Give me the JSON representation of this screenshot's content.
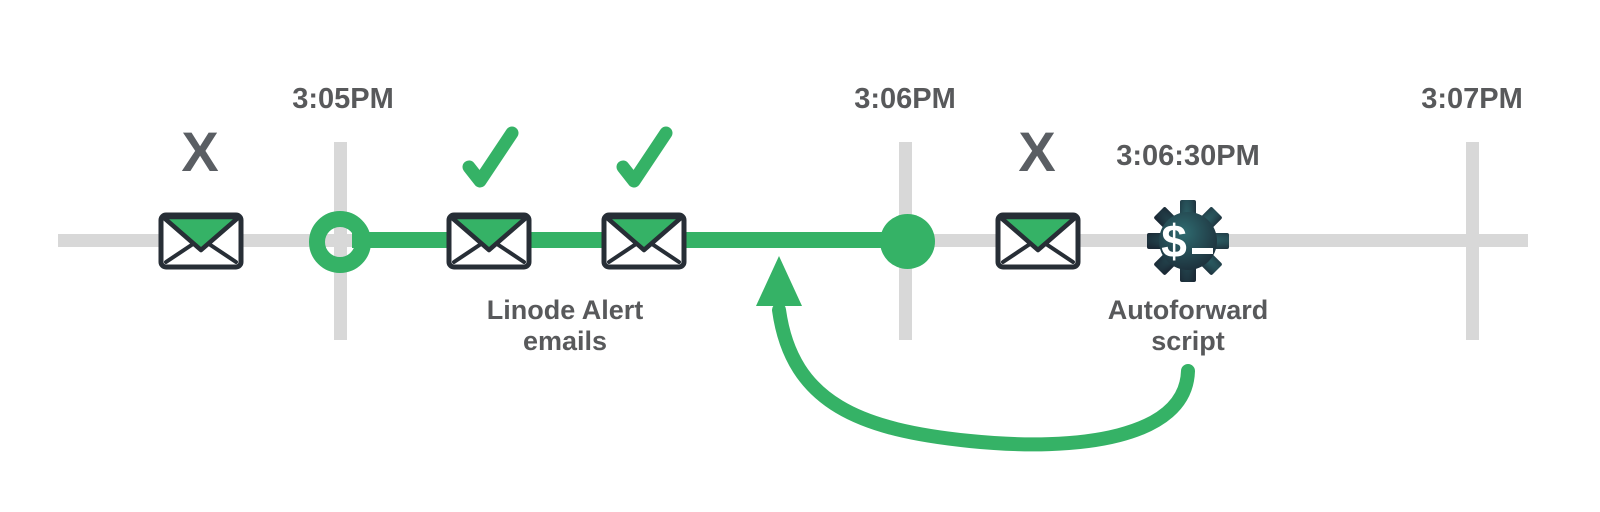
{
  "colors": {
    "green": "#35b266",
    "track_gray": "#d8d8d8",
    "text_gray": "#58595b",
    "x_mark_gray": "#5a5e63",
    "envelope_outline": "#272e36",
    "gear_gradient_light": "#2f6b70",
    "gear_gradient_dark": "#1b2a36",
    "background": "#ffffff"
  },
  "timeline": {
    "ticks": [
      {
        "label": "3:05PM"
      },
      {
        "label": "3:06PM"
      },
      {
        "label": "3:07PM"
      }
    ]
  },
  "events": {
    "missed_before": {
      "mark": "X",
      "icon": "envelope-icon"
    },
    "alert_emails": {
      "mark": "check",
      "icon": "envelope-icon",
      "label_line1": "Linode Alert",
      "label_line2": "emails"
    },
    "missed_after": {
      "mark": "X",
      "icon": "envelope-icon"
    },
    "autoforward": {
      "time": "3:06:30PM",
      "icon": "terminal-gear-icon",
      "label_line1": "Autoforward",
      "label_line2": "script",
      "prompt_dollar": "$",
      "prompt_underscore": "_"
    }
  }
}
